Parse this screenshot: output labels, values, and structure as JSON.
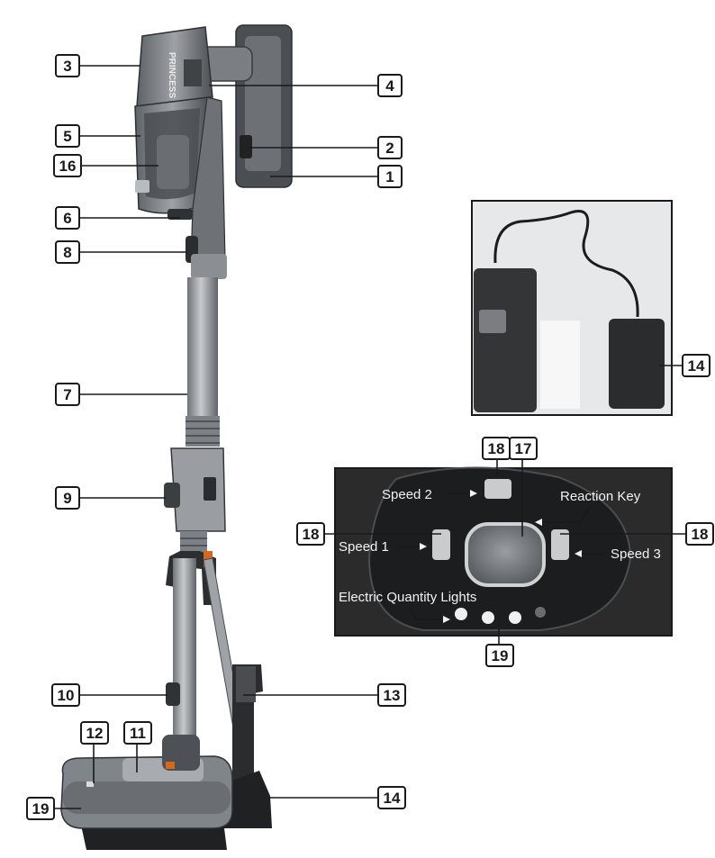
{
  "callouts": {
    "c1": "1",
    "c2": "2",
    "c3": "3",
    "c4": "4",
    "c5": "5",
    "c6": "6",
    "c7": "7",
    "c8": "8",
    "c9": "9",
    "c10": "10",
    "c11": "11",
    "c12": "12",
    "c13": "13",
    "c14_base": "14",
    "c14_adapter": "14",
    "c16": "16",
    "c17": "17",
    "c18_top": "18",
    "c18_left": "18",
    "c18_right": "18",
    "c19_main": "19",
    "c19_panel": "19"
  },
  "control_panel": {
    "speed1": "Speed 1",
    "speed2": "Speed 2",
    "speed3": "Speed 3",
    "reaction_key": "Reaction Key",
    "electric_lights": "Electric Quantity Lights"
  },
  "branding": {
    "logo": "PRINCESS"
  },
  "colors": {
    "body_gray": "#8f9398",
    "dark_gray": "#3a3d40",
    "panel_bg": "#2b2b2b",
    "accent_orange": "#d2691e"
  }
}
